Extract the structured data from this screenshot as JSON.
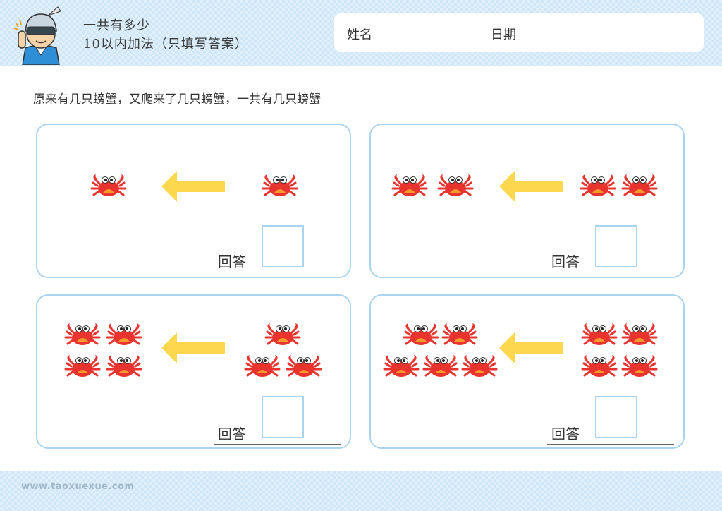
{
  "header": {
    "title_line1": "一共有多少",
    "title_line2": "10以内加法（只填写答案）",
    "mascot_icon": "robot-boy-mascot-icon",
    "name_label": "姓名",
    "date_label": "日期"
  },
  "question": "原来有几只螃蟹，又爬来了几只螃蟹，一共有几只螃蟹",
  "problems": [
    {
      "left_crabs": 1,
      "right_crabs": 1,
      "answer_label": "回答",
      "answer": ""
    },
    {
      "left_crabs": 2,
      "right_crabs": 2,
      "answer_label": "回答",
      "answer": ""
    },
    {
      "left_crabs": 4,
      "right_crabs": 3,
      "answer_label": "回答",
      "answer": ""
    },
    {
      "left_crabs": 5,
      "right_crabs": 4,
      "answer_label": "回答",
      "answer": ""
    }
  ],
  "icons": {
    "crab": "crab-icon",
    "arrow": "left-arrow-icon"
  },
  "colors": {
    "band": "#cfe7f7",
    "panel_border": "#a9d4ef",
    "arrow": "#fdd84e",
    "crab": "#e8332e"
  },
  "footer": {
    "url": "www.taoxuexue.com"
  }
}
